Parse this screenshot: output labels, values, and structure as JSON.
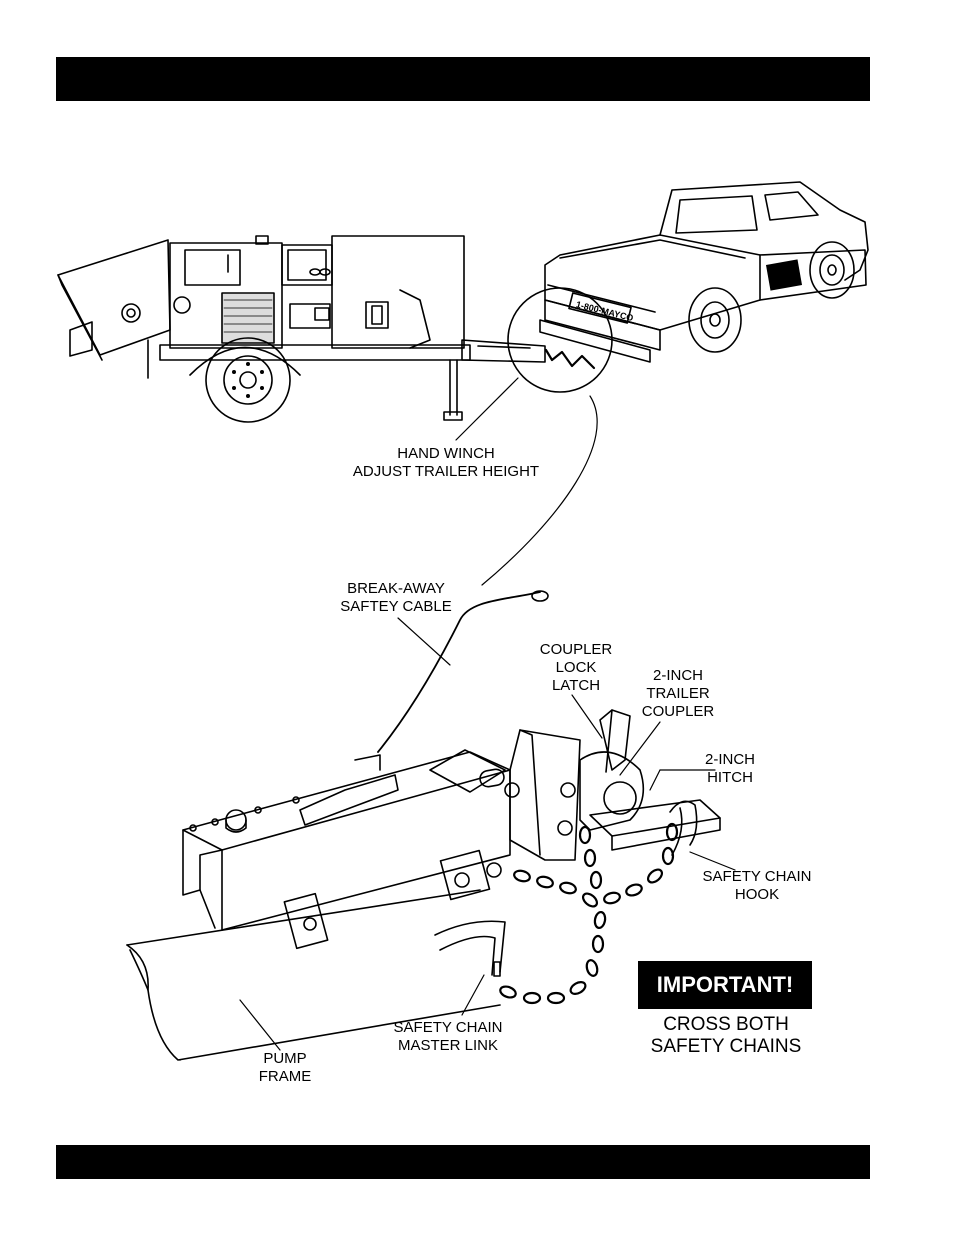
{
  "labels": {
    "hand_winch": [
      "HAND WINCH",
      "ADJUST TRAILER HEIGHT"
    ],
    "break_away": [
      "BREAK-AWAY",
      "SAFTEY CABLE"
    ],
    "coupler_lock": [
      "COUPLER",
      "LOCK",
      "LATCH"
    ],
    "trailer_coupler": [
      "2-INCH",
      "TRAILER",
      "COUPLER"
    ],
    "hitch": [
      "2-INCH",
      "HITCH"
    ],
    "chain_hook": [
      "SAFETY CHAIN",
      "HOOK"
    ],
    "master_link": [
      "SAFETY CHAIN",
      "MASTER LINK"
    ],
    "pump_frame": [
      "PUMP",
      "FRAME"
    ]
  },
  "truck_phone": "1-800-MAYCO",
  "important": {
    "title": "IMPORTANT!",
    "note": [
      "CROSS BOTH",
      "SAFETY CHAINS"
    ]
  }
}
